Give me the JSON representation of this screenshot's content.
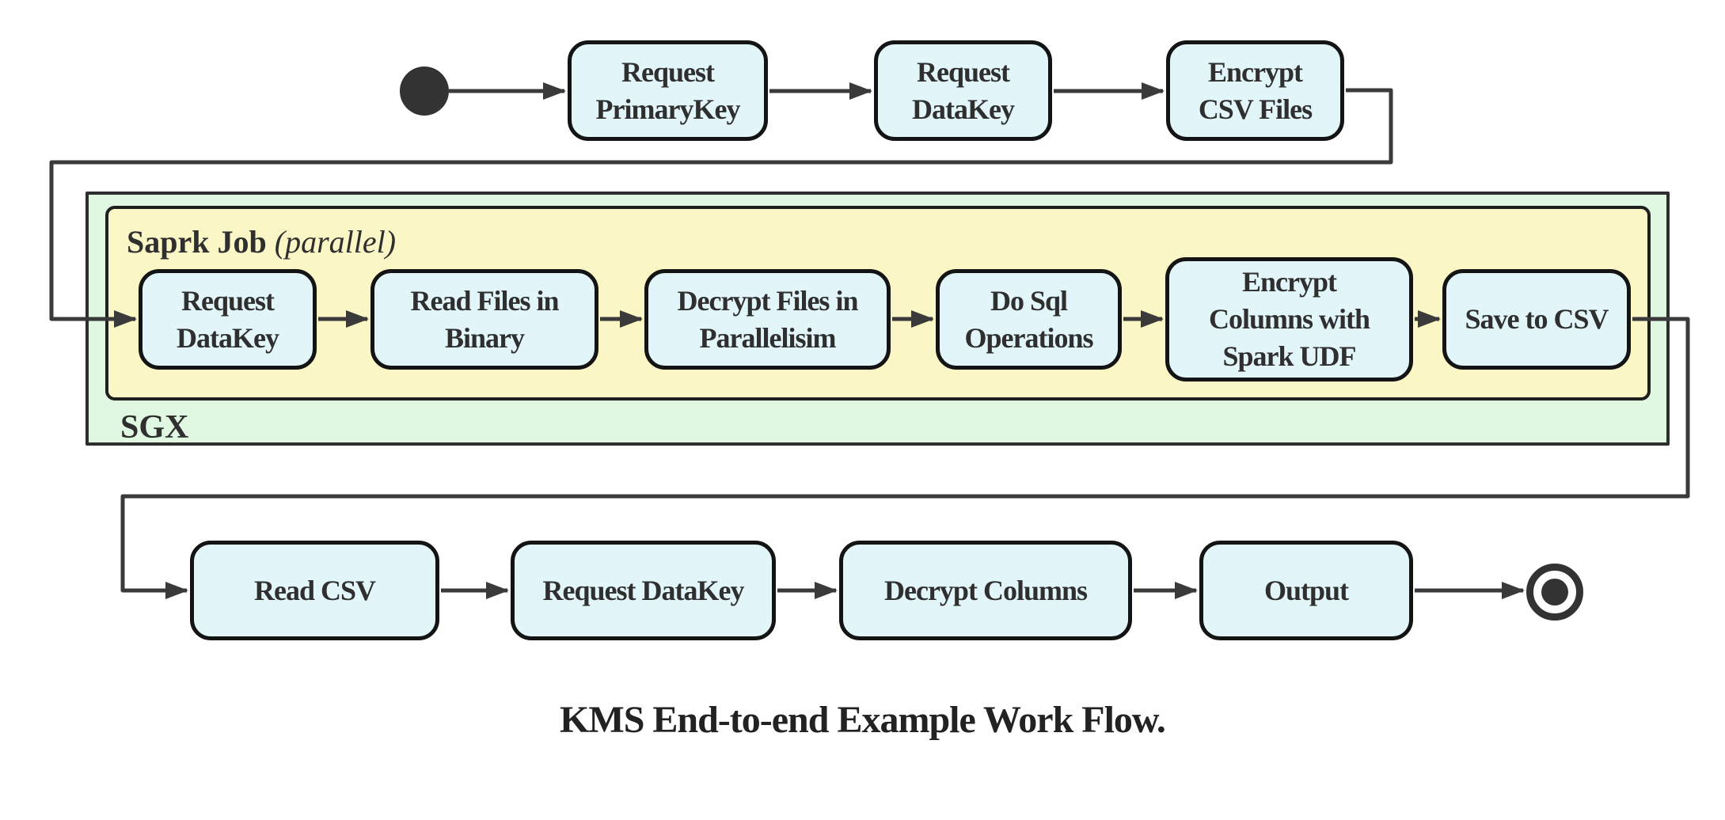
{
  "title": "KMS End-to-end Example Work Flow.",
  "colors": {
    "node_fill": "#e2f6fa",
    "node_border": "#141414",
    "spark_container_fill": "#fbf6c6",
    "sgx_container_fill": "#e0f7e1",
    "container_border": "#2e2e2e",
    "connector": "#3a3a3a",
    "text": "#2f2f2f"
  },
  "start_state": {
    "name": "start"
  },
  "end_state": {
    "name": "end"
  },
  "top_flow": {
    "nodes": [
      {
        "id": "request-primarykey",
        "label": "Request\nPrimaryKey"
      },
      {
        "id": "request-datakey",
        "label": "Request\nDataKey"
      },
      {
        "id": "encrypt-csv-files",
        "label": "Encrypt\nCSV Files"
      }
    ]
  },
  "sgx": {
    "label": "SGX",
    "spark_job": {
      "label": "Saprk Job",
      "qualifier": "(parallel)",
      "nodes": [
        {
          "id": "request-datakey-sgx",
          "label": "Request\nDataKey"
        },
        {
          "id": "read-files-in-binary",
          "label": "Read Files in\nBinary"
        },
        {
          "id": "decrypt-files-in-parallelisim",
          "label": "Decrypt Files in\nParallelisim"
        },
        {
          "id": "do-sql-operations",
          "label": "Do Sql\nOperations"
        },
        {
          "id": "encrypt-columns-with-spark-udf",
          "label": "Encrypt\nColumns with\nSpark UDF"
        },
        {
          "id": "save-to-csv",
          "label": "Save to CSV"
        }
      ]
    }
  },
  "bottom_flow": {
    "nodes": [
      {
        "id": "read-csv",
        "label": "Read CSV"
      },
      {
        "id": "request-datakey-output",
        "label": "Request DataKey"
      },
      {
        "id": "decrypt-columns",
        "label": "Decrypt Columns"
      },
      {
        "id": "output",
        "label": "Output"
      }
    ]
  }
}
